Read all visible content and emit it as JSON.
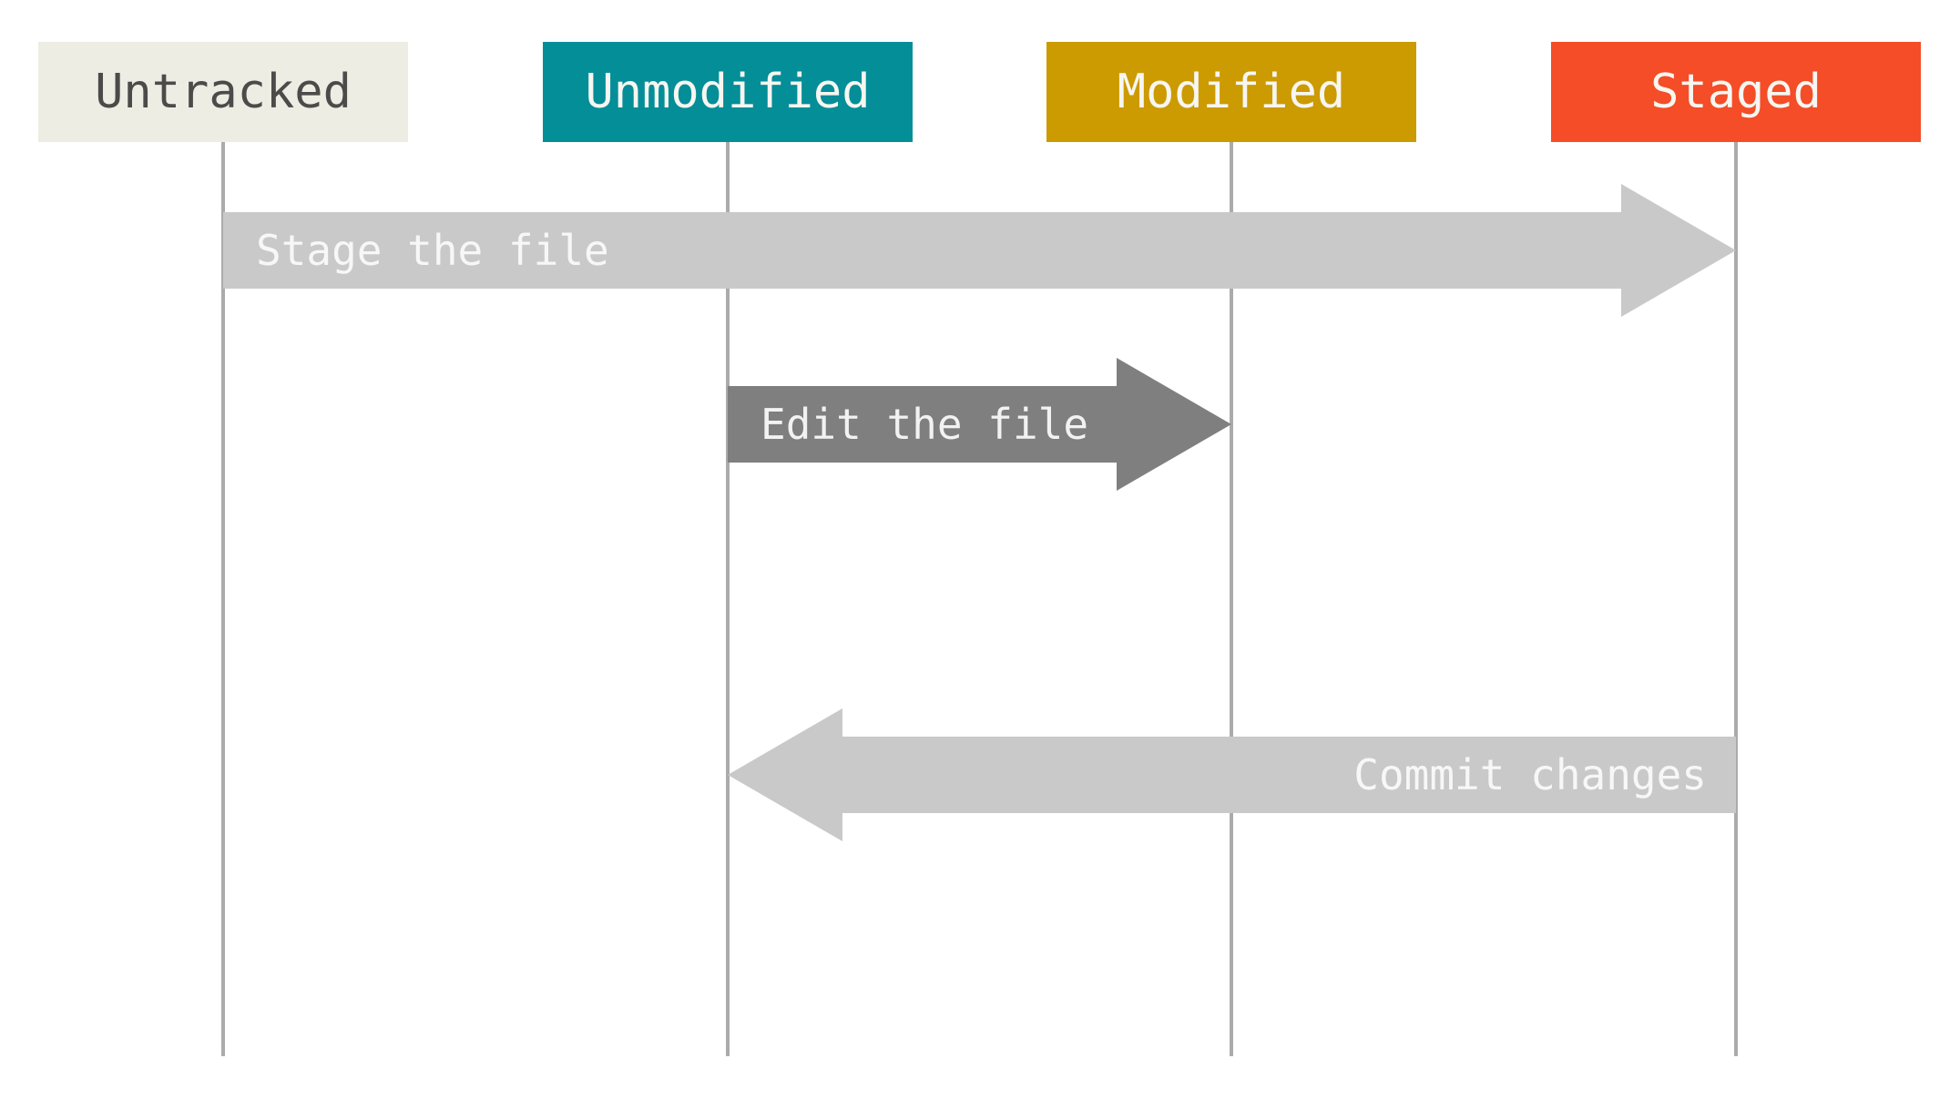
{
  "diagram": {
    "background": "#FFFFFF",
    "lifeline_color": "#ABABAB"
  },
  "states": [
    {
      "label": "Untracked",
      "bg": "#EDEDE4",
      "fg": "#4B4B49"
    },
    {
      "label": "Unmodified",
      "bg": "#048E98",
      "fg": "#F7F6F1"
    },
    {
      "label": "Modified",
      "bg": "#CC9A01",
      "fg": "#F7F6F1"
    },
    {
      "label": "Staged",
      "bg": "#F44D27",
      "fg": "#F7F6F1"
    }
  ],
  "transitions": [
    {
      "label": "Stage the file",
      "from": "Untracked",
      "to": "Staged",
      "direction": "right",
      "color": "#C9C9C9",
      "text_color": "#F7F7F7"
    },
    {
      "label": "Edit the file",
      "from": "Unmodified",
      "to": "Modified",
      "direction": "right",
      "color": "#7F7F7F",
      "text_color": "#F2F2F2"
    },
    {
      "label": "Commit changes",
      "from": "Staged",
      "to": "Unmodified",
      "direction": "left",
      "color": "#C9C9C9",
      "text_color": "#F7F7F7"
    }
  ]
}
